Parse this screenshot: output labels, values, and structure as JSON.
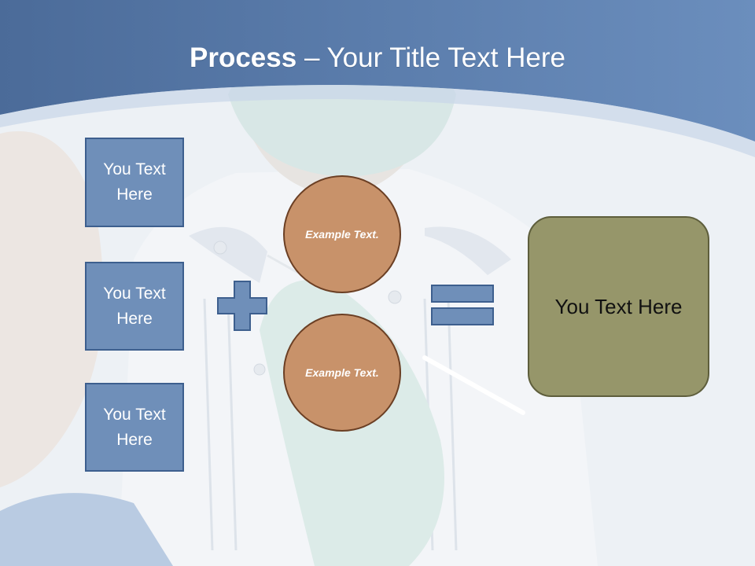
{
  "slide": {
    "title_bold": "Process",
    "title_rest": " – Your Title Text Here",
    "left_boxes": [
      {
        "label": "You Text Here"
      },
      {
        "label": "You Text Here"
      },
      {
        "label": "You Text Here"
      }
    ],
    "circles": [
      {
        "label": "Example Text."
      },
      {
        "label": "Example Text."
      }
    ],
    "result": {
      "label": "You Text Here"
    }
  },
  "colors": {
    "header_blue": "#5577a6",
    "box_fill": "#6f8fb9",
    "box_border": "#3d5f8e",
    "circle_fill": "#c8926a",
    "circle_border": "#6b3f24",
    "result_fill": "#96966a",
    "result_border": "#5e5e3c"
  }
}
